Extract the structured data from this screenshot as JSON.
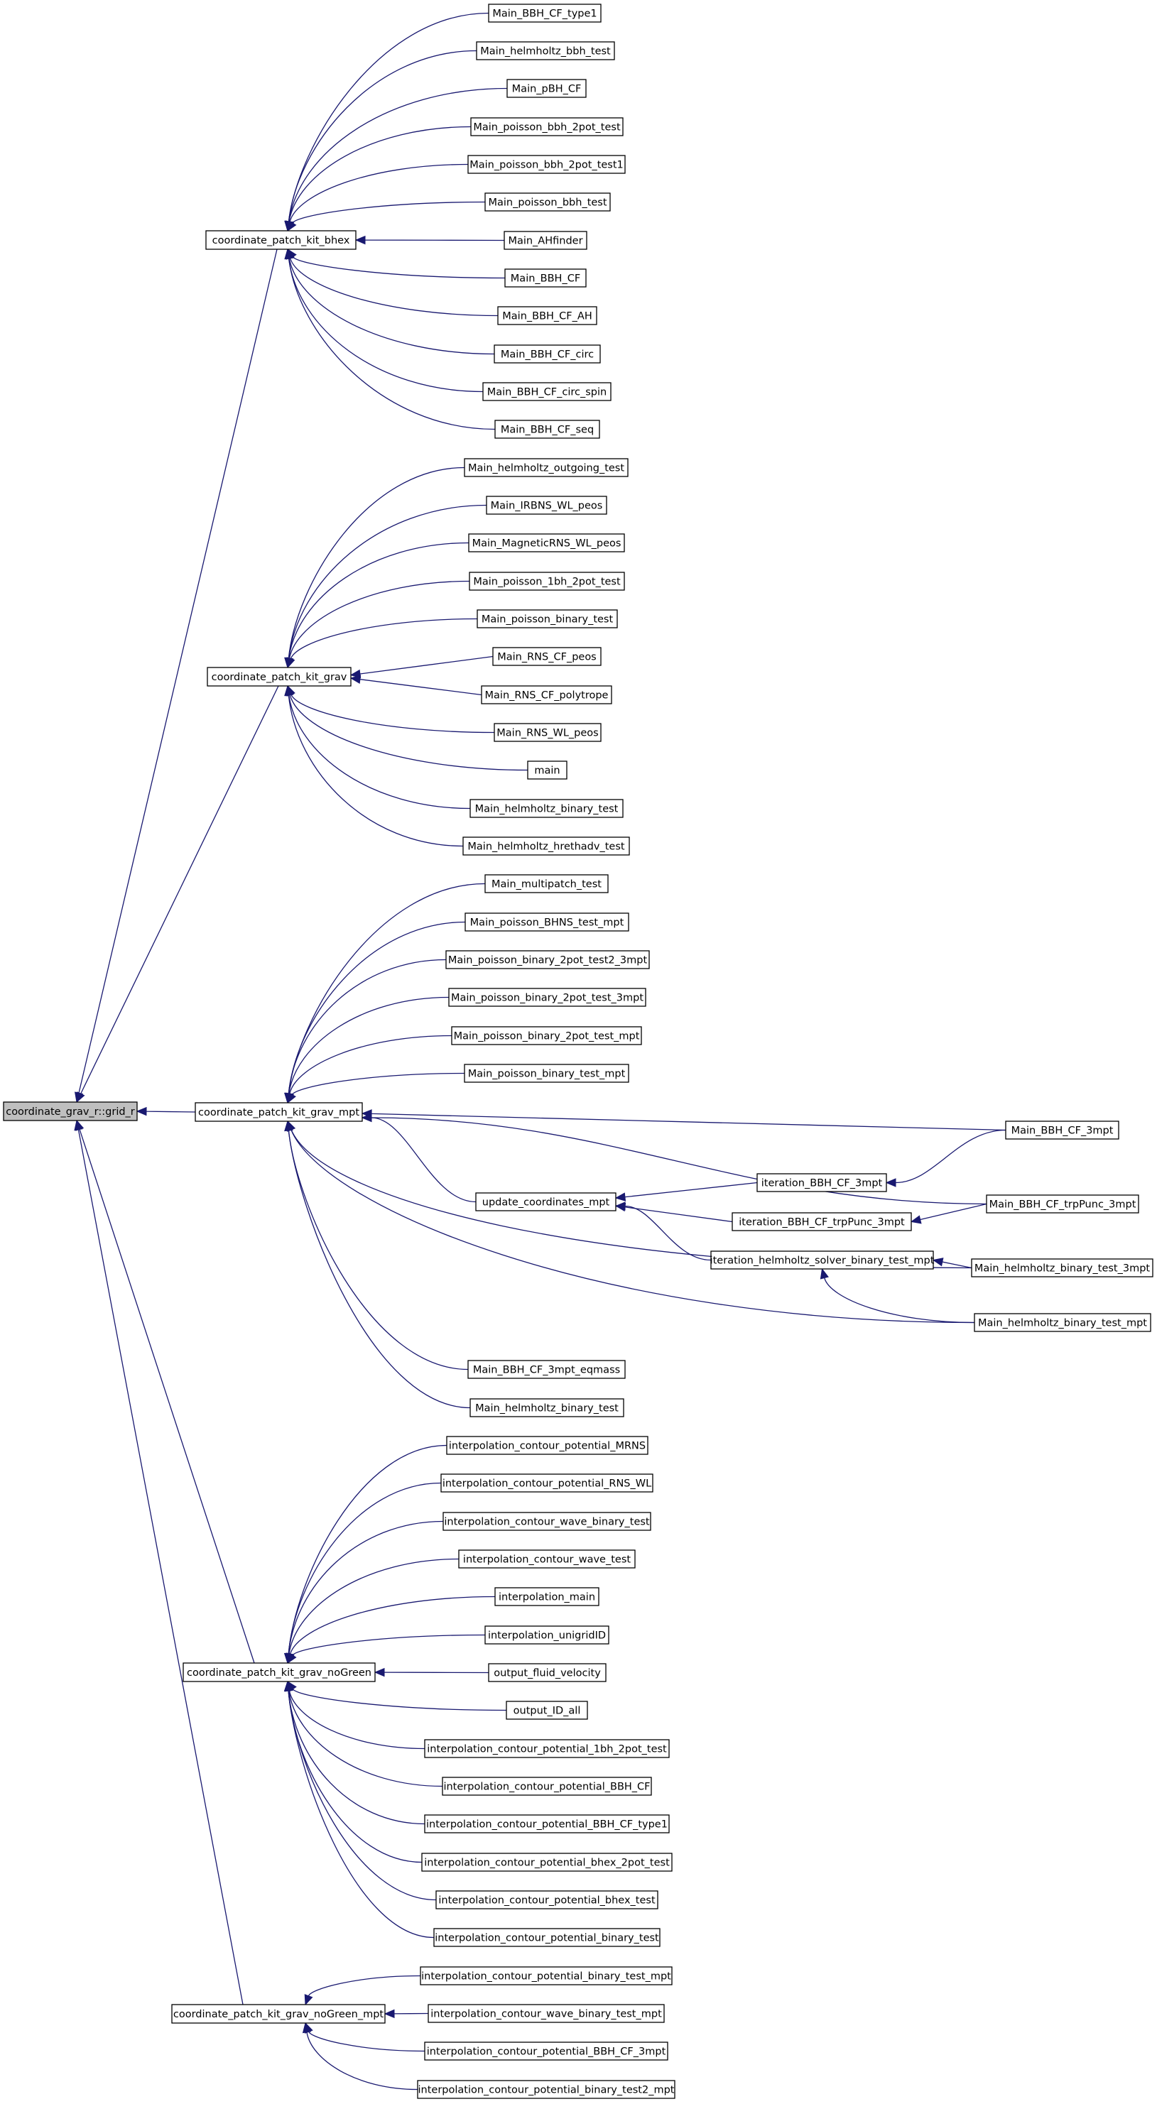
{
  "graph": {
    "nodes": [
      {
        "id": "grid_r",
        "label": "coordinate_grav_r::grid_r",
        "root": true
      },
      {
        "id": "bhex",
        "label": "coordinate_patch_kit_bhex"
      },
      {
        "id": "grav",
        "label": "coordinate_patch_kit_grav"
      },
      {
        "id": "grav_mpt",
        "label": "coordinate_patch_kit_grav_mpt"
      },
      {
        "id": "grav_noGreen",
        "label": "coordinate_patch_kit_grav_noGreen"
      },
      {
        "id": "grav_noGreen_mpt",
        "label": "coordinate_patch_kit_grav_noGreen_mpt"
      },
      {
        "id": "Main_BBH_CF_type1",
        "label": "Main_BBH_CF_type1"
      },
      {
        "id": "Main_helmholtz_bbh_test",
        "label": "Main_helmholtz_bbh_test"
      },
      {
        "id": "Main_pBH_CF",
        "label": "Main_pBH_CF"
      },
      {
        "id": "Main_poisson_bbh_2pot_test",
        "label": "Main_poisson_bbh_2pot_test"
      },
      {
        "id": "Main_poisson_bbh_2pot_test1",
        "label": "Main_poisson_bbh_2pot_test1"
      },
      {
        "id": "Main_poisson_bbh_test",
        "label": "Main_poisson_bbh_test"
      },
      {
        "id": "Main_AHfinder",
        "label": "Main_AHfinder"
      },
      {
        "id": "Main_BBH_CF",
        "label": "Main_BBH_CF"
      },
      {
        "id": "Main_BBH_CF_AH",
        "label": "Main_BBH_CF_AH"
      },
      {
        "id": "Main_BBH_CF_circ",
        "label": "Main_BBH_CF_circ"
      },
      {
        "id": "Main_BBH_CF_circ_spin",
        "label": "Main_BBH_CF_circ_spin"
      },
      {
        "id": "Main_BBH_CF_seq",
        "label": "Main_BBH_CF_seq"
      },
      {
        "id": "Main_helmholtz_outgoing_test",
        "label": "Main_helmholtz_outgoing_test"
      },
      {
        "id": "Main_IRBNS_WL_peos",
        "label": "Main_IRBNS_WL_peos"
      },
      {
        "id": "Main_MagneticRNS_WL_peos",
        "label": "Main_MagneticRNS_WL_peos"
      },
      {
        "id": "Main_poisson_1bh_2pot_test",
        "label": "Main_poisson_1bh_2pot_test"
      },
      {
        "id": "Main_poisson_binary_test",
        "label": "Main_poisson_binary_test"
      },
      {
        "id": "Main_RNS_CF_peos",
        "label": "Main_RNS_CF_peos"
      },
      {
        "id": "Main_RNS_CF_polytrope",
        "label": "Main_RNS_CF_polytrope"
      },
      {
        "id": "Main_RNS_WL_peos",
        "label": "Main_RNS_WL_peos"
      },
      {
        "id": "main",
        "label": "main"
      },
      {
        "id": "Main_helmholtz_binary_test_a",
        "label": "Main_helmholtz_binary_test"
      },
      {
        "id": "Main_helmholtz_hrethadv_test",
        "label": "Main_helmholtz_hrethadv_test"
      },
      {
        "id": "Main_multipatch_test",
        "label": "Main_multipatch_test"
      },
      {
        "id": "Main_poisson_BHNS_test_mpt",
        "label": "Main_poisson_BHNS_test_mpt"
      },
      {
        "id": "Main_poisson_binary_2pot_test2_3mpt",
        "label": "Main_poisson_binary_2pot_test2_3mpt"
      },
      {
        "id": "Main_poisson_binary_2pot_test_3mpt",
        "label": "Main_poisson_binary_2pot_test_3mpt"
      },
      {
        "id": "Main_poisson_binary_2pot_test_mpt",
        "label": "Main_poisson_binary_2pot_test_mpt"
      },
      {
        "id": "Main_poisson_binary_test_mpt",
        "label": "Main_poisson_binary_test_mpt"
      },
      {
        "id": "update_coordinates_mpt",
        "label": "update_coordinates_mpt"
      },
      {
        "id": "iteration_BBH_CF_3mpt",
        "label": "iteration_BBH_CF_3mpt"
      },
      {
        "id": "iteration_BBH_CF_trpPunc_3mpt",
        "label": "iteration_BBH_CF_trpPunc_3mpt"
      },
      {
        "id": "iteration_helmholtz_solver_binary_test_mpt",
        "label": "iteration_helmholtz_solver_binary_test_mpt"
      },
      {
        "id": "Main_BBH_CF_3mpt",
        "label": "Main_BBH_CF_3mpt"
      },
      {
        "id": "Main_BBH_CF_trpPunc_3mpt",
        "label": "Main_BBH_CF_trpPunc_3mpt"
      },
      {
        "id": "Main_helmholtz_binary_test_3mpt",
        "label": "Main_helmholtz_binary_test_3mpt"
      },
      {
        "id": "Main_helmholtz_binary_test_mpt",
        "label": "Main_helmholtz_binary_test_mpt"
      },
      {
        "id": "Main_BBH_CF_3mpt_eqmass",
        "label": "Main_BBH_CF_3mpt_eqmass"
      },
      {
        "id": "Main_helmholtz_binary_test_b",
        "label": "Main_helmholtz_binary_test"
      },
      {
        "id": "interpolation_contour_potential_MRNS",
        "label": "interpolation_contour_potential_MRNS"
      },
      {
        "id": "interpolation_contour_potential_RNS_WL",
        "label": "interpolation_contour_potential_RNS_WL"
      },
      {
        "id": "interpolation_contour_wave_binary_test",
        "label": "interpolation_contour_wave_binary_test"
      },
      {
        "id": "interpolation_contour_wave_test",
        "label": "interpolation_contour_wave_test"
      },
      {
        "id": "interpolation_main",
        "label": "interpolation_main"
      },
      {
        "id": "interpolation_unigridID",
        "label": "interpolation_unigridID"
      },
      {
        "id": "output_fluid_velocity",
        "label": "output_fluid_velocity"
      },
      {
        "id": "output_ID_all",
        "label": "output_ID_all"
      },
      {
        "id": "interpolation_contour_potential_1bh_2pot_test",
        "label": "interpolation_contour_potential_1bh_2pot_test"
      },
      {
        "id": "interpolation_contour_potential_BBH_CF",
        "label": "interpolation_contour_potential_BBH_CF"
      },
      {
        "id": "interpolation_contour_potential_BBH_CF_type1",
        "label": "interpolation_contour_potential_BBH_CF_type1"
      },
      {
        "id": "interpolation_contour_potential_bhex_2pot_test",
        "label": "interpolation_contour_potential_bhex_2pot_test"
      },
      {
        "id": "interpolation_contour_potential_bhex_test",
        "label": "interpolation_contour_potential_bhex_test"
      },
      {
        "id": "interpolation_contour_potential_binary_test",
        "label": "interpolation_contour_potential_binary_test"
      },
      {
        "id": "interpolation_contour_potential_binary_test_mpt",
        "label": "interpolation_contour_potential_binary_test_mpt"
      },
      {
        "id": "interpolation_contour_wave_binary_test_mpt",
        "label": "interpolation_contour_wave_binary_test_mpt"
      },
      {
        "id": "interpolation_contour_potential_BBH_CF_3mpt",
        "label": "interpolation_contour_potential_BBH_CF_3mpt"
      },
      {
        "id": "interpolation_contour_potential_binary_test2_mpt",
        "label": "interpolation_contour_potential_binary_test2_mpt"
      }
    ],
    "edges": [
      {
        "from": "bhex",
        "to": "grid_r"
      },
      {
        "from": "grav",
        "to": "grid_r"
      },
      {
        "from": "grav_mpt",
        "to": "grid_r"
      },
      {
        "from": "grav_noGreen",
        "to": "grid_r"
      },
      {
        "from": "grav_noGreen_mpt",
        "to": "grid_r"
      },
      {
        "from": "Main_BBH_CF_type1",
        "to": "bhex"
      },
      {
        "from": "Main_helmholtz_bbh_test",
        "to": "bhex"
      },
      {
        "from": "Main_pBH_CF",
        "to": "bhex"
      },
      {
        "from": "Main_poisson_bbh_2pot_test",
        "to": "bhex"
      },
      {
        "from": "Main_poisson_bbh_2pot_test1",
        "to": "bhex"
      },
      {
        "from": "Main_poisson_bbh_test",
        "to": "bhex"
      },
      {
        "from": "Main_AHfinder",
        "to": "bhex"
      },
      {
        "from": "Main_BBH_CF",
        "to": "bhex"
      },
      {
        "from": "Main_BBH_CF_AH",
        "to": "bhex"
      },
      {
        "from": "Main_BBH_CF_circ",
        "to": "bhex"
      },
      {
        "from": "Main_BBH_CF_circ_spin",
        "to": "bhex"
      },
      {
        "from": "Main_BBH_CF_seq",
        "to": "bhex"
      },
      {
        "from": "Main_helmholtz_outgoing_test",
        "to": "grav"
      },
      {
        "from": "Main_IRBNS_WL_peos",
        "to": "grav"
      },
      {
        "from": "Main_MagneticRNS_WL_peos",
        "to": "grav"
      },
      {
        "from": "Main_poisson_1bh_2pot_test",
        "to": "grav"
      },
      {
        "from": "Main_poisson_binary_test",
        "to": "grav"
      },
      {
        "from": "Main_RNS_CF_peos",
        "to": "grav"
      },
      {
        "from": "Main_RNS_CF_polytrope",
        "to": "grav"
      },
      {
        "from": "Main_RNS_WL_peos",
        "to": "grav"
      },
      {
        "from": "main",
        "to": "grav"
      },
      {
        "from": "Main_helmholtz_binary_test_a",
        "to": "grav"
      },
      {
        "from": "Main_helmholtz_hrethadv_test",
        "to": "grav"
      },
      {
        "from": "Main_multipatch_test",
        "to": "grav_mpt"
      },
      {
        "from": "Main_poisson_BHNS_test_mpt",
        "to": "grav_mpt"
      },
      {
        "from": "Main_poisson_binary_2pot_test2_3mpt",
        "to": "grav_mpt"
      },
      {
        "from": "Main_poisson_binary_2pot_test_3mpt",
        "to": "grav_mpt"
      },
      {
        "from": "Main_poisson_binary_2pot_test_mpt",
        "to": "grav_mpt"
      },
      {
        "from": "Main_poisson_binary_test_mpt",
        "to": "grav_mpt"
      },
      {
        "from": "update_coordinates_mpt",
        "to": "grav_mpt"
      },
      {
        "from": "Main_BBH_CF_3mpt",
        "to": "grav_mpt"
      },
      {
        "from": "Main_BBH_CF_trpPunc_3mpt",
        "to": "grav_mpt"
      },
      {
        "from": "Main_helmholtz_binary_test_3mpt",
        "to": "grav_mpt"
      },
      {
        "from": "Main_helmholtz_binary_test_mpt",
        "to": "grav_mpt"
      },
      {
        "from": "Main_BBH_CF_3mpt_eqmass",
        "to": "grav_mpt"
      },
      {
        "from": "Main_helmholtz_binary_test_b",
        "to": "grav_mpt"
      },
      {
        "from": "iteration_BBH_CF_3mpt",
        "to": "update_coordinates_mpt"
      },
      {
        "from": "iteration_BBH_CF_trpPunc_3mpt",
        "to": "update_coordinates_mpt"
      },
      {
        "from": "iteration_helmholtz_solver_binary_test_mpt",
        "to": "update_coordinates_mpt"
      },
      {
        "from": "Main_BBH_CF_3mpt",
        "to": "iteration_BBH_CF_3mpt"
      },
      {
        "from": "Main_BBH_CF_trpPunc_3mpt",
        "to": "iteration_BBH_CF_trpPunc_3mpt"
      },
      {
        "from": "Main_helmholtz_binary_test_3mpt",
        "to": "iteration_helmholtz_solver_binary_test_mpt"
      },
      {
        "from": "Main_helmholtz_binary_test_mpt",
        "to": "iteration_helmholtz_solver_binary_test_mpt"
      },
      {
        "from": "interpolation_contour_potential_MRNS",
        "to": "grav_noGreen"
      },
      {
        "from": "interpolation_contour_potential_RNS_WL",
        "to": "grav_noGreen"
      },
      {
        "from": "interpolation_contour_wave_binary_test",
        "to": "grav_noGreen"
      },
      {
        "from": "interpolation_contour_wave_test",
        "to": "grav_noGreen"
      },
      {
        "from": "interpolation_main",
        "to": "grav_noGreen"
      },
      {
        "from": "interpolation_unigridID",
        "to": "grav_noGreen"
      },
      {
        "from": "output_fluid_velocity",
        "to": "grav_noGreen"
      },
      {
        "from": "output_ID_all",
        "to": "grav_noGreen"
      },
      {
        "from": "interpolation_contour_potential_1bh_2pot_test",
        "to": "grav_noGreen"
      },
      {
        "from": "interpolation_contour_potential_BBH_CF",
        "to": "grav_noGreen"
      },
      {
        "from": "interpolation_contour_potential_BBH_CF_type1",
        "to": "grav_noGreen"
      },
      {
        "from": "interpolation_contour_potential_bhex_2pot_test",
        "to": "grav_noGreen"
      },
      {
        "from": "interpolation_contour_potential_bhex_test",
        "to": "grav_noGreen"
      },
      {
        "from": "interpolation_contour_potential_binary_test",
        "to": "grav_noGreen"
      },
      {
        "from": "interpolation_contour_potential_binary_test_mpt",
        "to": "grav_noGreen_mpt"
      },
      {
        "from": "interpolation_contour_wave_binary_test_mpt",
        "to": "grav_noGreen_mpt"
      },
      {
        "from": "interpolation_contour_potential_BBH_CF_3mpt",
        "to": "grav_noGreen_mpt"
      },
      {
        "from": "interpolation_contour_potential_binary_test2_mpt",
        "to": "grav_noGreen_mpt"
      }
    ]
  }
}
